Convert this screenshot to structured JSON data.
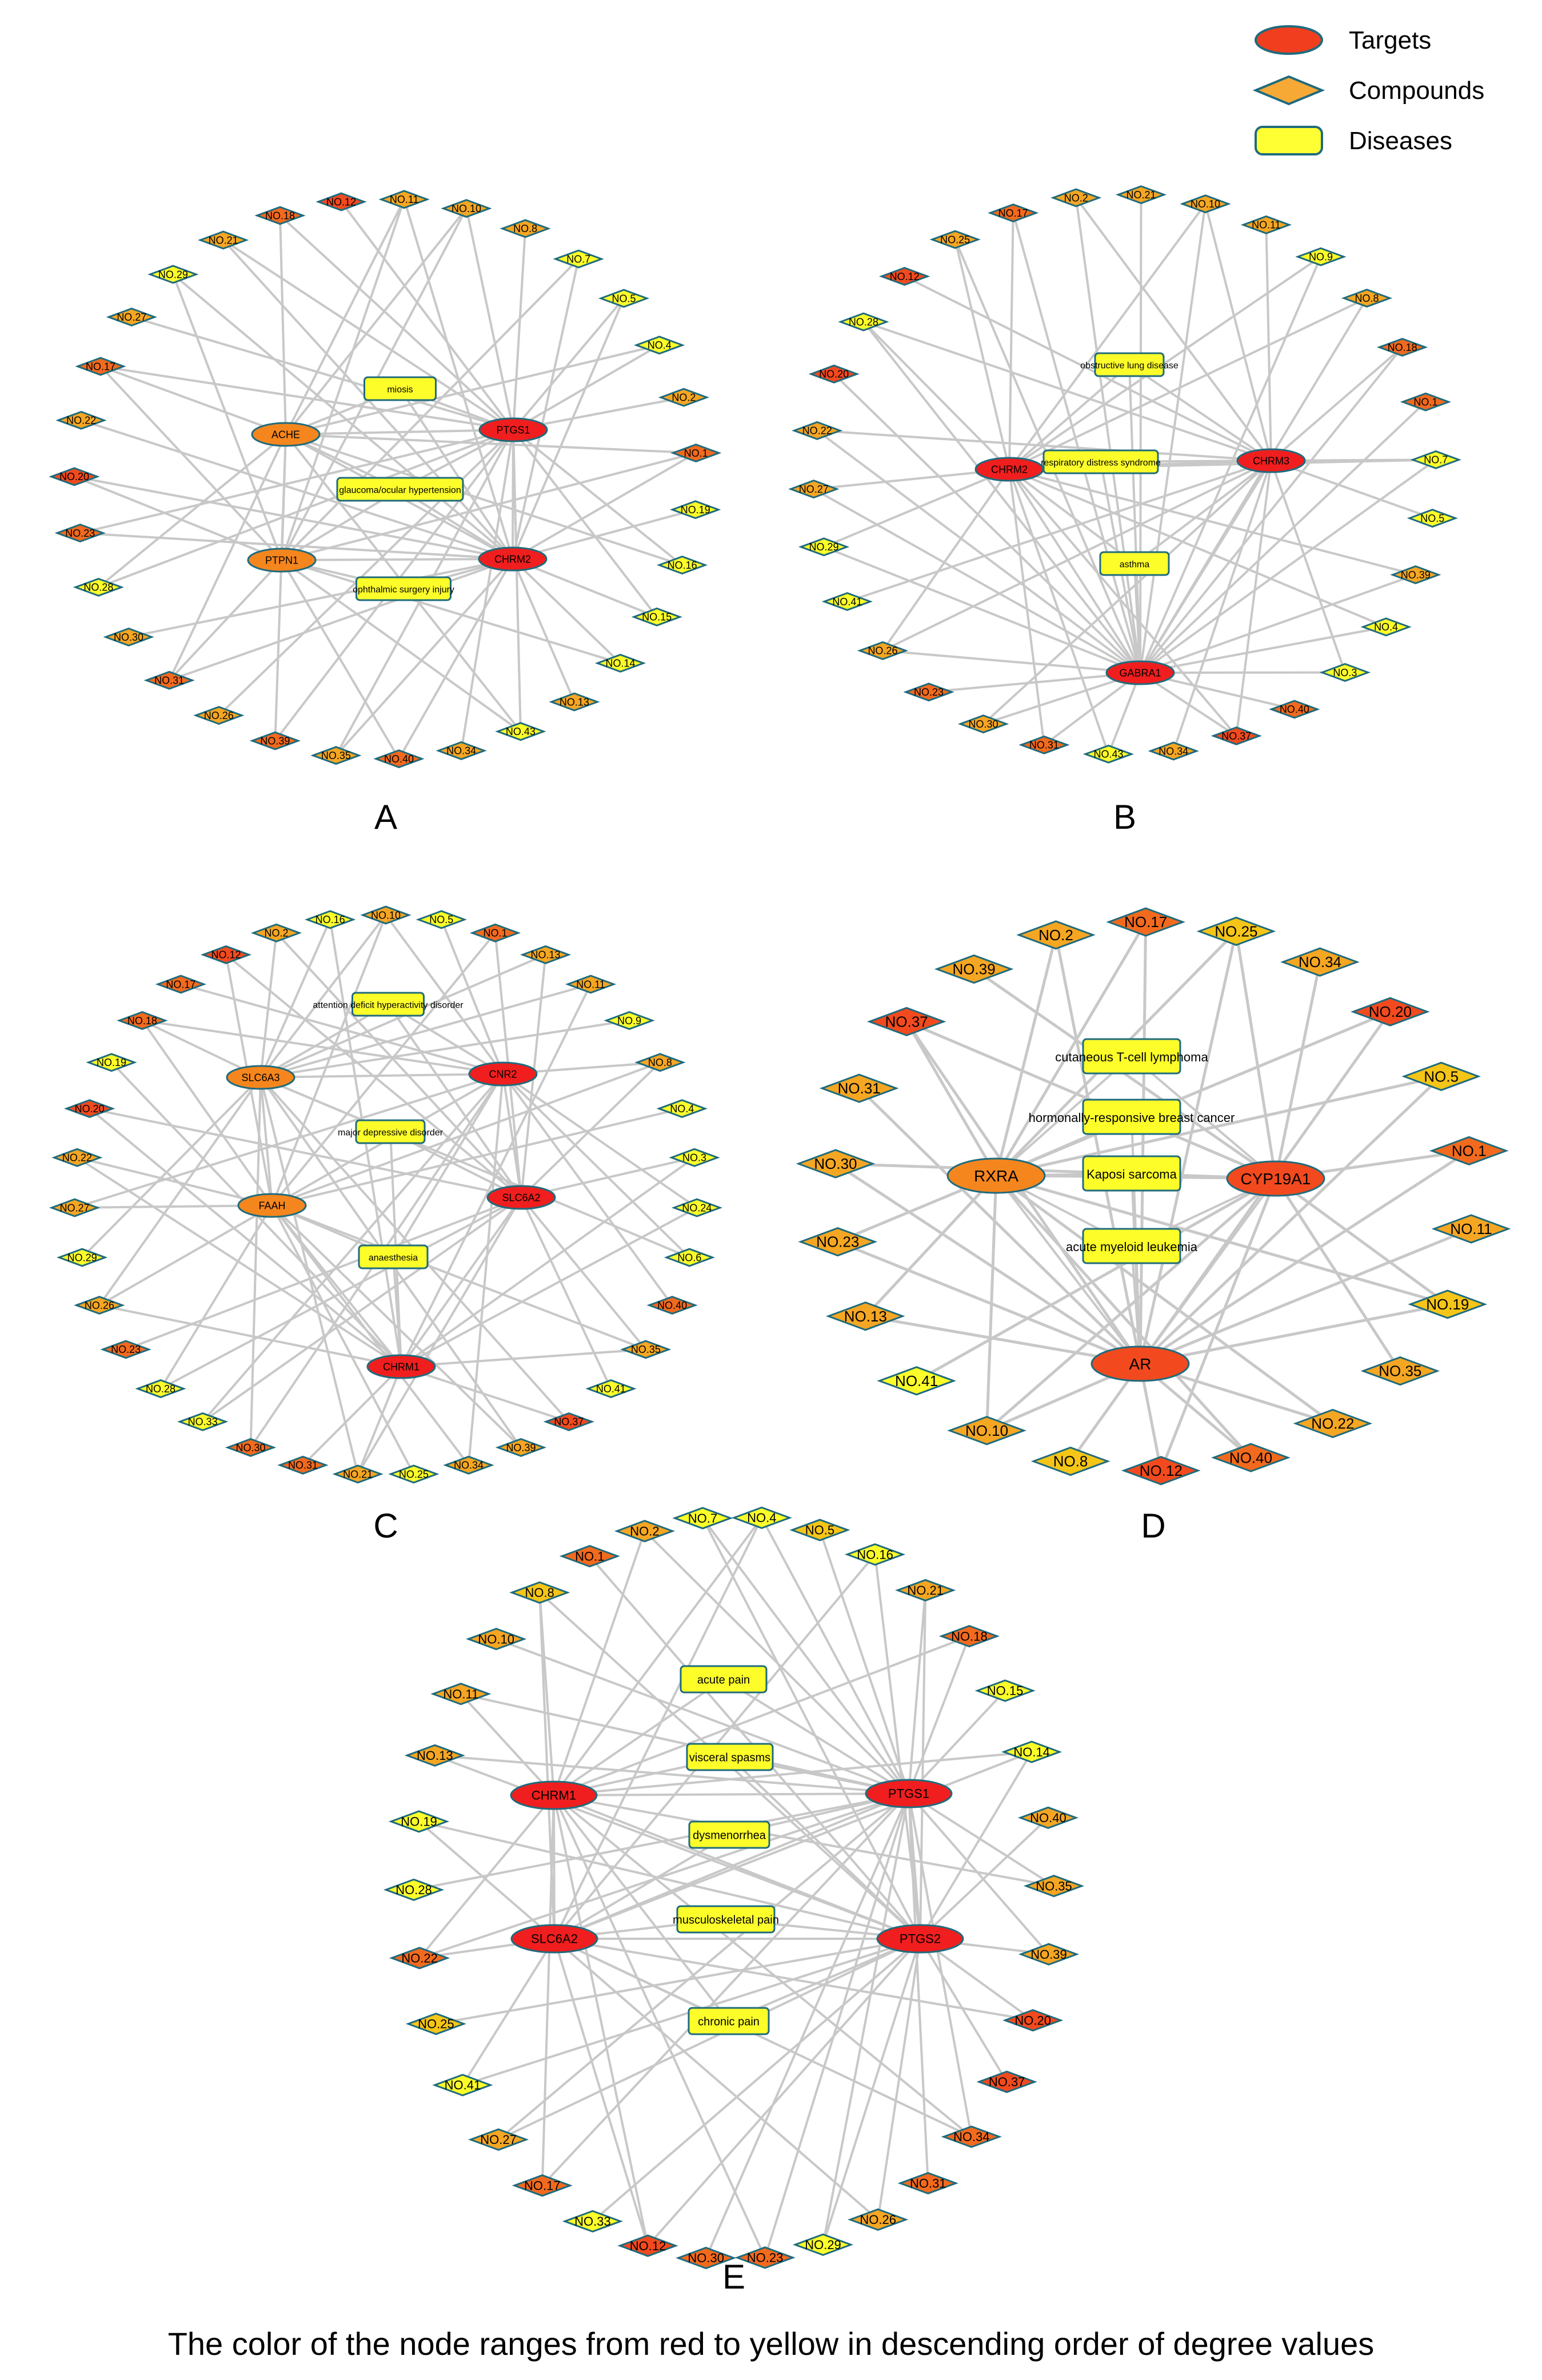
{
  "legend": [
    {
      "label": "Targets",
      "shape": "ellipse",
      "color": "#f03e1e"
    },
    {
      "label": "Compounds",
      "shape": "diamond",
      "color": "#f7a935"
    },
    {
      "label": "Diseases",
      "shape": "rect",
      "color": "#ffff33"
    }
  ],
  "colors": {
    "edge": "#c8c8c8",
    "stroke": "#1f6b7d",
    "red": "#f01e1e",
    "redorange": "#f24a1e",
    "orange": "#f5861e",
    "darkorange": "#f26a1e",
    "amber": "#f5a623",
    "gold": "#f5c518",
    "yellow": "#fdfd2a"
  },
  "caption": "The color of the node ranges from red to yellow in descending order of degree values",
  "panels": [
    {
      "label": "A",
      "targets": [
        {
          "id": "ACHE",
          "color": "orange"
        },
        {
          "id": "PTGS1",
          "color": "red"
        },
        {
          "id": "PTPN1",
          "color": "orange"
        },
        {
          "id": "CHRM2",
          "color": "red"
        }
      ],
      "diseases": [
        "miosis",
        "glaucoma/ocular hypertension",
        "ophthalmic surgery injury"
      ],
      "compounds": [
        {
          "id": "NO.10",
          "color": "amber"
        },
        {
          "id": "NO.8",
          "color": "amber"
        },
        {
          "id": "NO.7",
          "color": "yellow"
        },
        {
          "id": "NO.5",
          "color": "yellow"
        },
        {
          "id": "NO.4",
          "color": "yellow"
        },
        {
          "id": "NO.2",
          "color": "amber"
        },
        {
          "id": "NO.1",
          "color": "darkorange"
        },
        {
          "id": "NO.19",
          "color": "yellow"
        },
        {
          "id": "NO.16",
          "color": "yellow"
        },
        {
          "id": "NO.15",
          "color": "yellow"
        },
        {
          "id": "NO.14",
          "color": "yellow"
        },
        {
          "id": "NO.13",
          "color": "amber"
        },
        {
          "id": "NO.43",
          "color": "yellow"
        },
        {
          "id": "NO.34",
          "color": "amber"
        },
        {
          "id": "NO.40",
          "color": "darkorange"
        },
        {
          "id": "NO.35",
          "color": "amber"
        },
        {
          "id": "NO.39",
          "color": "darkorange"
        },
        {
          "id": "NO.26",
          "color": "amber"
        },
        {
          "id": "NO.31",
          "color": "darkorange"
        },
        {
          "id": "NO.30",
          "color": "amber"
        },
        {
          "id": "NO.28",
          "color": "yellow"
        },
        {
          "id": "NO.23",
          "color": "darkorange"
        },
        {
          "id": "NO.20",
          "color": "redorange"
        },
        {
          "id": "NO.22",
          "color": "amber"
        },
        {
          "id": "NO.17",
          "color": "darkorange"
        },
        {
          "id": "NO.27",
          "color": "amber"
        },
        {
          "id": "NO.29",
          "color": "yellow"
        },
        {
          "id": "NO.21",
          "color": "amber"
        },
        {
          "id": "NO.18",
          "color": "darkorange"
        },
        {
          "id": "NO.12",
          "color": "redorange"
        },
        {
          "id": "NO.11",
          "color": "amber"
        }
      ]
    },
    {
      "label": "B",
      "targets": [
        {
          "id": "CHRM2",
          "color": "red"
        },
        {
          "id": "CHRM3",
          "color": "red"
        },
        {
          "id": "GABRA1",
          "color": "red"
        }
      ],
      "diseases": [
        "obstructive lung disease",
        "respiratory distress syndrome",
        "asthma"
      ],
      "compounds": [
        {
          "id": "NO.10",
          "color": "amber"
        },
        {
          "id": "NO.11",
          "color": "amber"
        },
        {
          "id": "NO.9",
          "color": "yellow"
        },
        {
          "id": "NO.8",
          "color": "amber"
        },
        {
          "id": "NO.18",
          "color": "darkorange"
        },
        {
          "id": "NO.1",
          "color": "darkorange"
        },
        {
          "id": "NO.7",
          "color": "yellow"
        },
        {
          "id": "NO.5",
          "color": "yellow"
        },
        {
          "id": "NO.39",
          "color": "amber"
        },
        {
          "id": "NO.4",
          "color": "yellow"
        },
        {
          "id": "NO.3",
          "color": "yellow"
        },
        {
          "id": "NO.40",
          "color": "darkorange"
        },
        {
          "id": "NO.37",
          "color": "redorange"
        },
        {
          "id": "NO.34",
          "color": "amber"
        },
        {
          "id": "NO.43",
          "color": "yellow"
        },
        {
          "id": "NO.31",
          "color": "darkorange"
        },
        {
          "id": "NO.30",
          "color": "amber"
        },
        {
          "id": "NO.23",
          "color": "darkorange"
        },
        {
          "id": "NO.26",
          "color": "amber"
        },
        {
          "id": "NO.41",
          "color": "yellow"
        },
        {
          "id": "NO.29",
          "color": "yellow"
        },
        {
          "id": "NO.27",
          "color": "amber"
        },
        {
          "id": "NO.22",
          "color": "amber"
        },
        {
          "id": "NO.20",
          "color": "redorange"
        },
        {
          "id": "NO.28",
          "color": "yellow"
        },
        {
          "id": "NO.12",
          "color": "redorange"
        },
        {
          "id": "NO.25",
          "color": "amber"
        },
        {
          "id": "NO.17",
          "color": "darkorange"
        },
        {
          "id": "NO.2",
          "color": "amber"
        },
        {
          "id": "NO.21",
          "color": "amber"
        }
      ]
    },
    {
      "label": "C",
      "targets": [
        {
          "id": "SLC6A3",
          "color": "orange"
        },
        {
          "id": "CNR2",
          "color": "red"
        },
        {
          "id": "FAAH",
          "color": "orange"
        },
        {
          "id": "SLC6A2",
          "color": "red"
        },
        {
          "id": "CHRM1",
          "color": "red"
        }
      ],
      "diseases": [
        "attention deficit hyperactivity disorder",
        "major depressive disorder",
        "anaesthesia"
      ],
      "compounds": [
        {
          "id": "NO.10",
          "color": "amber"
        },
        {
          "id": "NO.5",
          "color": "yellow"
        },
        {
          "id": "NO.1",
          "color": "darkorange"
        },
        {
          "id": "NO.13",
          "color": "amber"
        },
        {
          "id": "NO.11",
          "color": "amber"
        },
        {
          "id": "NO.9",
          "color": "yellow"
        },
        {
          "id": "NO.8",
          "color": "amber"
        },
        {
          "id": "NO.4",
          "color": "yellow"
        },
        {
          "id": "NO.3",
          "color": "yellow"
        },
        {
          "id": "NO.24",
          "color": "yellow"
        },
        {
          "id": "NO.6",
          "color": "yellow"
        },
        {
          "id": "NO.40",
          "color": "darkorange"
        },
        {
          "id": "NO.35",
          "color": "amber"
        },
        {
          "id": "NO.41",
          "color": "yellow"
        },
        {
          "id": "NO.37",
          "color": "redorange"
        },
        {
          "id": "NO.39",
          "color": "amber"
        },
        {
          "id": "NO.34",
          "color": "amber"
        },
        {
          "id": "NO.25",
          "color": "yellow"
        },
        {
          "id": "NO.21",
          "color": "amber"
        },
        {
          "id": "NO.31",
          "color": "darkorange"
        },
        {
          "id": "NO.30",
          "color": "darkorange"
        },
        {
          "id": "NO.33",
          "color": "yellow"
        },
        {
          "id": "NO.28",
          "color": "yellow"
        },
        {
          "id": "NO.23",
          "color": "darkorange"
        },
        {
          "id": "NO.26",
          "color": "amber"
        },
        {
          "id": "NO.29",
          "color": "yellow"
        },
        {
          "id": "NO.27",
          "color": "amber"
        },
        {
          "id": "NO.22",
          "color": "amber"
        },
        {
          "id": "NO.20",
          "color": "redorange"
        },
        {
          "id": "NO.19",
          "color": "yellow"
        },
        {
          "id": "NO.18",
          "color": "darkorange"
        },
        {
          "id": "NO.17",
          "color": "darkorange"
        },
        {
          "id": "NO.12",
          "color": "redorange"
        },
        {
          "id": "NO.2",
          "color": "amber"
        },
        {
          "id": "NO.16",
          "color": "yellow"
        }
      ]
    },
    {
      "label": "D",
      "targets": [
        {
          "id": "RXRA",
          "color": "orange"
        },
        {
          "id": "CYP19A1",
          "color": "redorange"
        },
        {
          "id": "AR",
          "color": "redorange"
        }
      ],
      "diseases": [
        "cutaneous T-cell lymphoma",
        "hormonally-responsive breast cancer",
        "Kaposi sarcoma",
        "acute myeloid leukemia"
      ],
      "compounds": [
        {
          "id": "NO.25",
          "color": "gold"
        },
        {
          "id": "NO.34",
          "color": "amber"
        },
        {
          "id": "NO.20",
          "color": "redorange"
        },
        {
          "id": "NO.5",
          "color": "gold"
        },
        {
          "id": "NO.1",
          "color": "darkorange"
        },
        {
          "id": "NO.11",
          "color": "amber"
        },
        {
          "id": "NO.19",
          "color": "gold"
        },
        {
          "id": "NO.35",
          "color": "amber"
        },
        {
          "id": "NO.22",
          "color": "amber"
        },
        {
          "id": "NO.40",
          "color": "darkorange"
        },
        {
          "id": "NO.12",
          "color": "redorange"
        },
        {
          "id": "NO.8",
          "color": "gold"
        },
        {
          "id": "NO.10",
          "color": "amber"
        },
        {
          "id": "NO.41",
          "color": "yellow"
        },
        {
          "id": "NO.13",
          "color": "amber"
        },
        {
          "id": "NO.23",
          "color": "amber"
        },
        {
          "id": "NO.30",
          "color": "amber"
        },
        {
          "id": "NO.31",
          "color": "amber"
        },
        {
          "id": "NO.37",
          "color": "redorange"
        },
        {
          "id": "NO.39",
          "color": "amber"
        },
        {
          "id": "NO.2",
          "color": "amber"
        },
        {
          "id": "NO.17",
          "color": "darkorange"
        }
      ]
    },
    {
      "label": "E",
      "targets": [
        {
          "id": "CHRM1",
          "color": "red"
        },
        {
          "id": "PTGS1",
          "color": "red"
        },
        {
          "id": "SLC6A2",
          "color": "red"
        },
        {
          "id": "PTGS2",
          "color": "red"
        }
      ],
      "diseases": [
        "acute pain",
        "visceral spasms",
        "dysmenorrhea",
        "musculoskeletal pain",
        "chronic pain"
      ],
      "compounds": [
        {
          "id": "NO.4",
          "color": "yellow"
        },
        {
          "id": "NO.5",
          "color": "gold"
        },
        {
          "id": "NO.16",
          "color": "yellow"
        },
        {
          "id": "NO.21",
          "color": "amber"
        },
        {
          "id": "NO.18",
          "color": "darkorange"
        },
        {
          "id": "NO.15",
          "color": "yellow"
        },
        {
          "id": "NO.14",
          "color": "yellow"
        },
        {
          "id": "NO.40",
          "color": "amber"
        },
        {
          "id": "NO.35",
          "color": "amber"
        },
        {
          "id": "NO.39",
          "color": "amber"
        },
        {
          "id": "NO.20",
          "color": "redorange"
        },
        {
          "id": "NO.37",
          "color": "redorange"
        },
        {
          "id": "NO.34",
          "color": "darkorange"
        },
        {
          "id": "NO.31",
          "color": "darkorange"
        },
        {
          "id": "NO.26",
          "color": "amber"
        },
        {
          "id": "NO.29",
          "color": "yellow"
        },
        {
          "id": "NO.23",
          "color": "darkorange"
        },
        {
          "id": "NO.30",
          "color": "darkorange"
        },
        {
          "id": "NO.12",
          "color": "redorange"
        },
        {
          "id": "NO.33",
          "color": "yellow"
        },
        {
          "id": "NO.17",
          "color": "darkorange"
        },
        {
          "id": "NO.27",
          "color": "amber"
        },
        {
          "id": "NO.41",
          "color": "yellow"
        },
        {
          "id": "NO.25",
          "color": "gold"
        },
        {
          "id": "NO.22",
          "color": "darkorange"
        },
        {
          "id": "NO.28",
          "color": "yellow"
        },
        {
          "id": "NO.19",
          "color": "yellow"
        },
        {
          "id": "NO.13",
          "color": "amber"
        },
        {
          "id": "NO.11",
          "color": "amber"
        },
        {
          "id": "NO.10",
          "color": "amber"
        },
        {
          "id": "NO.8",
          "color": "gold"
        },
        {
          "id": "NO.1",
          "color": "darkorange"
        },
        {
          "id": "NO.2",
          "color": "amber"
        },
        {
          "id": "NO.7",
          "color": "yellow"
        }
      ]
    }
  ]
}
